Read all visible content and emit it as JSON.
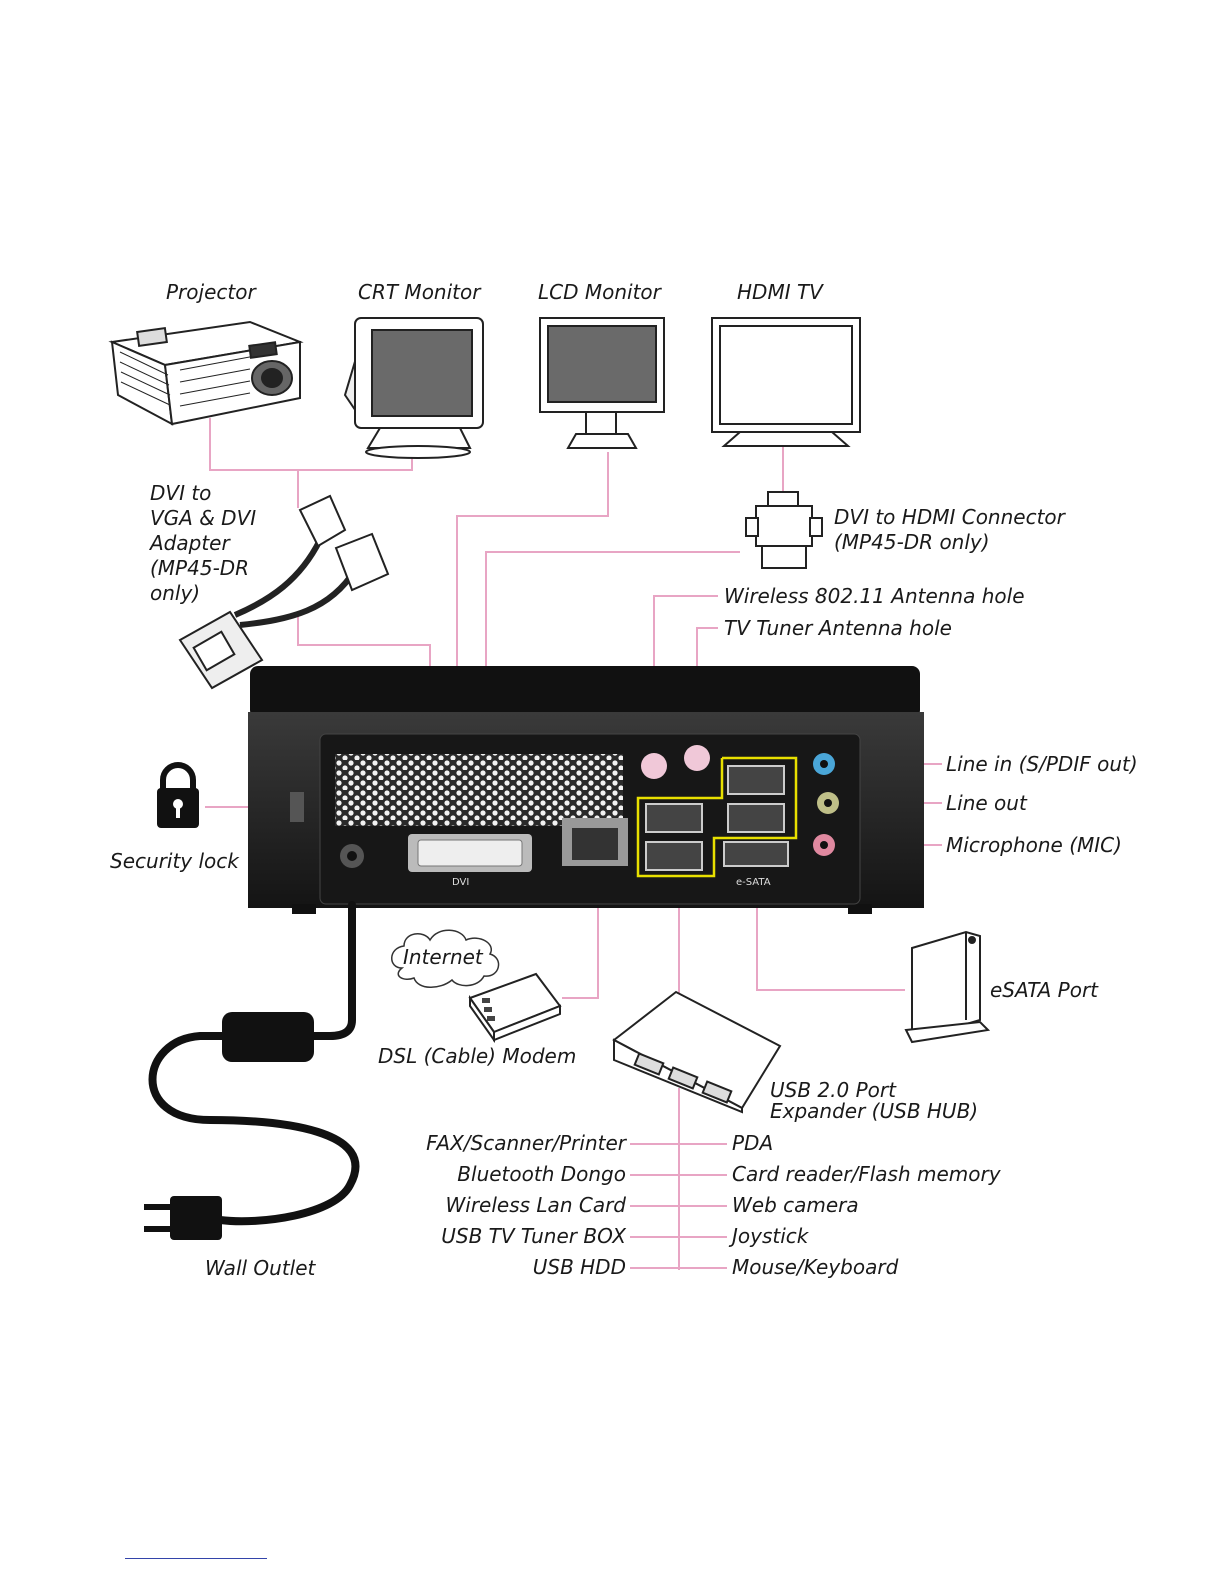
{
  "devices": {
    "projector": "Projector",
    "crt_monitor": "CRT Monitor",
    "lcd_monitor": "LCD Monitor",
    "hdmi_tv": "HDMI TV"
  },
  "adapters": {
    "dvi_vga": "DVI to\nVGA & DVI\nAdapter\n(MP45-DR\nonly)",
    "dvi_hdmi": "DVI to HDMI Connector\n(MP45-DR only)"
  },
  "antenna": {
    "wireless": "Wireless 802.11 Antenna hole",
    "tv_tuner": "TV Tuner Antenna hole"
  },
  "audio": {
    "line_in": "Line in (S/PDIF out)",
    "line_out": "Line out",
    "mic": "Microphone (MIC)"
  },
  "security_lock": "Security lock",
  "port_labels": {
    "dvi": "DVI",
    "esata": "e-SATA"
  },
  "internet": "Internet",
  "dsl_modem": "DSL (Cable) Modem",
  "esata_port": "eSATA Port",
  "usb_hub": "USB 2.0 Port\nExpander (USB HUB)",
  "wall_outlet": "Wall Outlet",
  "usb_left": [
    "FAX/Scanner/Printer",
    "Bluetooth Dongo",
    "Wireless Lan Card",
    "USB TV Tuner BOX",
    "USB HDD"
  ],
  "usb_right": [
    "PDA",
    "Card reader/Flash memory",
    "Web camera",
    "Joystick",
    "Mouse/Keyboard"
  ],
  "colors": {
    "connector": "#e8a5c4",
    "usb_box": "#e8e000",
    "case": "#1f1f1f"
  }
}
